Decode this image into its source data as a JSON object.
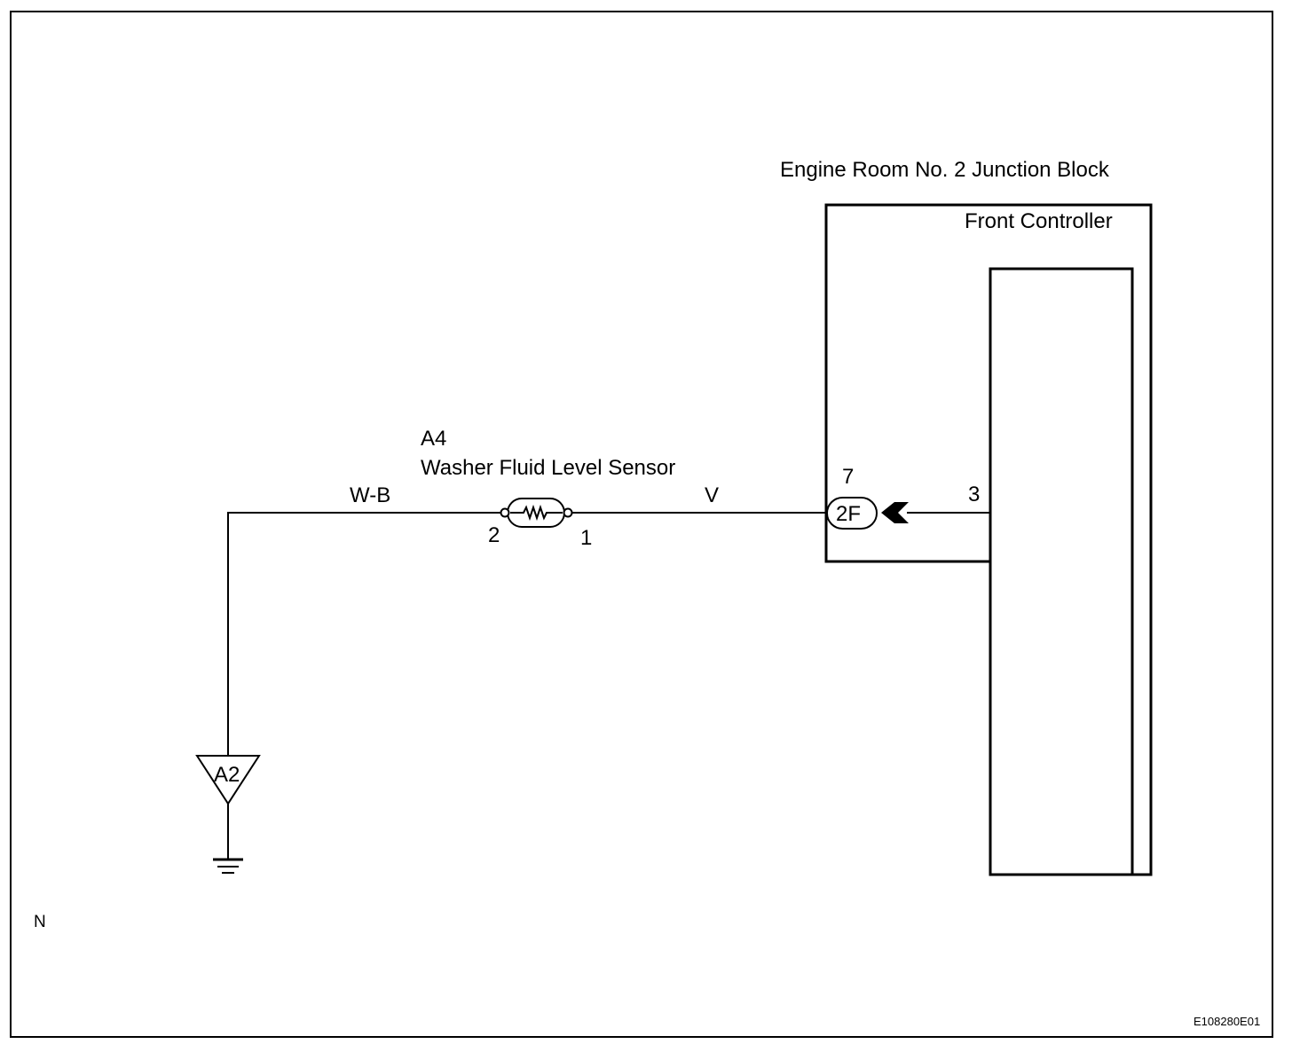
{
  "junction_block": {
    "title": "Engine Room No. 2 Junction Block",
    "controller_label": "Front Controller"
  },
  "sensor": {
    "code": "A4",
    "name": "Washer Fluid Level Sensor",
    "pin_left": "2",
    "pin_right": "1"
  },
  "wires": {
    "left_color": "W-B",
    "right_color": "V"
  },
  "connector": {
    "code": "2F",
    "pin": "7",
    "controller_pin": "3"
  },
  "ground": {
    "code": "A2"
  },
  "corner_mark": "N",
  "figure_id": "E108280E01"
}
